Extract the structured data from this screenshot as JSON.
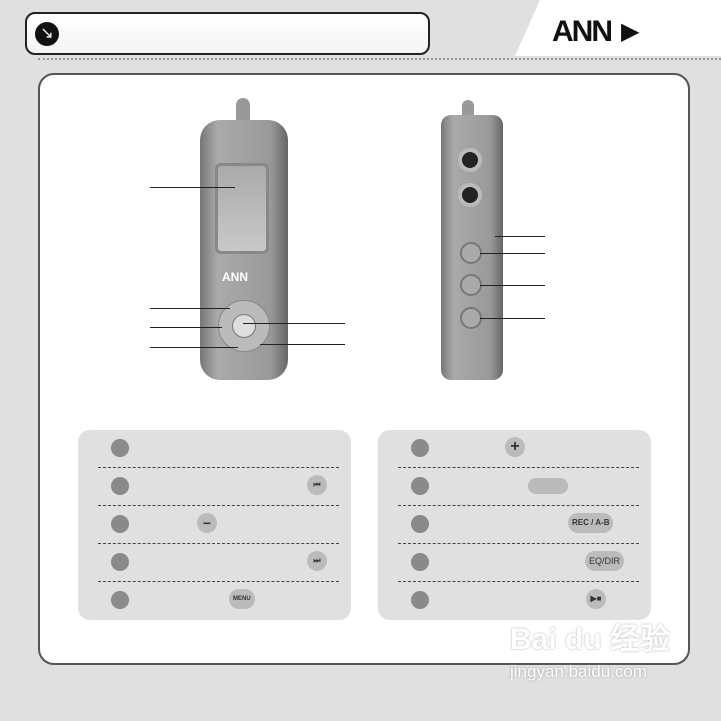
{
  "header": {
    "icon": "arrow-down-right-icon",
    "logo": "ANN"
  },
  "left_table": {
    "rows": [
      {
        "key": ""
      },
      {
        "key": "⏮"
      },
      {
        "key": "−"
      },
      {
        "key": "⏭"
      },
      {
        "key": "MENU"
      }
    ]
  },
  "right_table": {
    "rows": [
      {
        "key": "+"
      },
      {
        "key": ""
      },
      {
        "key": "REC / A-B"
      },
      {
        "key": "EQ/DIR"
      },
      {
        "key": "▶■"
      }
    ]
  },
  "watermark": {
    "brand": "Bai du 经验",
    "url": "jingyan.baidu.com"
  }
}
